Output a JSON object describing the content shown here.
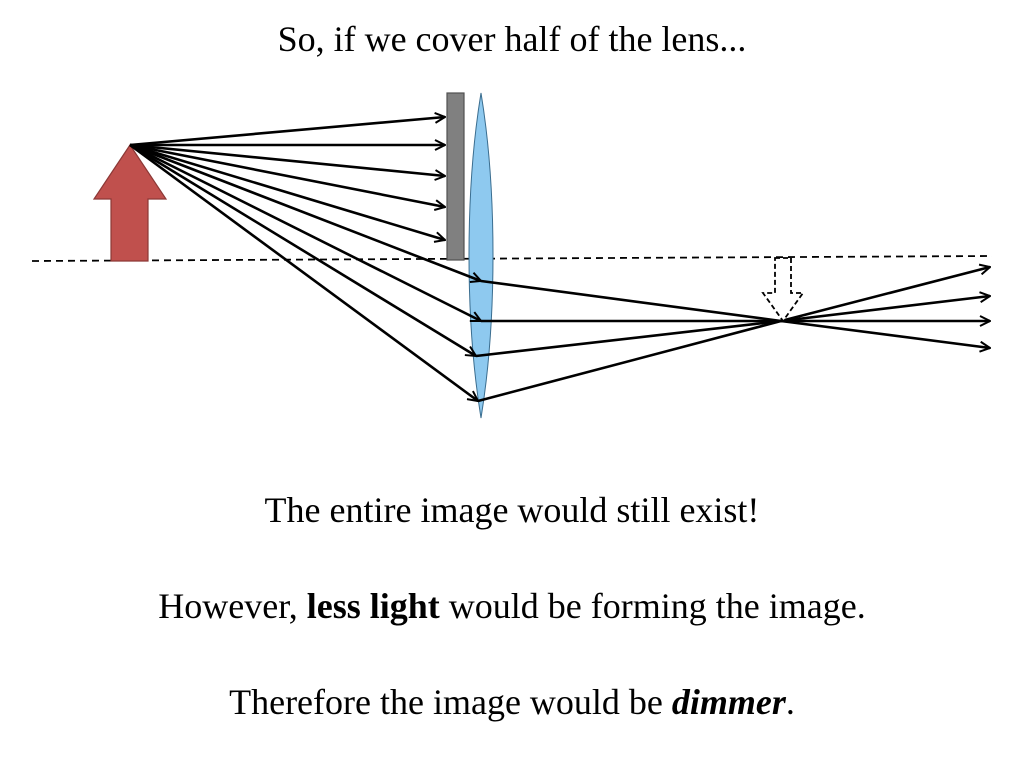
{
  "slide": {
    "title": "So, if we cover half of the lens...",
    "line1": "The entire image would still exist!",
    "line2": {
      "before": "However, ",
      "bold": "less light",
      "after": " would be forming the image."
    },
    "line3": {
      "before": "Therefore the image would be ",
      "bold_italic": "dimmer",
      "after": "."
    }
  },
  "diagram": {
    "colors": {
      "object_arrow": "#c0504d",
      "object_arrow_stroke": "#8c3836",
      "lens": "#8ec9ef",
      "blocker": "#808080",
      "ray": "#000000"
    },
    "icons": [
      "object-arrow-icon",
      "image-arrow-icon"
    ]
  }
}
